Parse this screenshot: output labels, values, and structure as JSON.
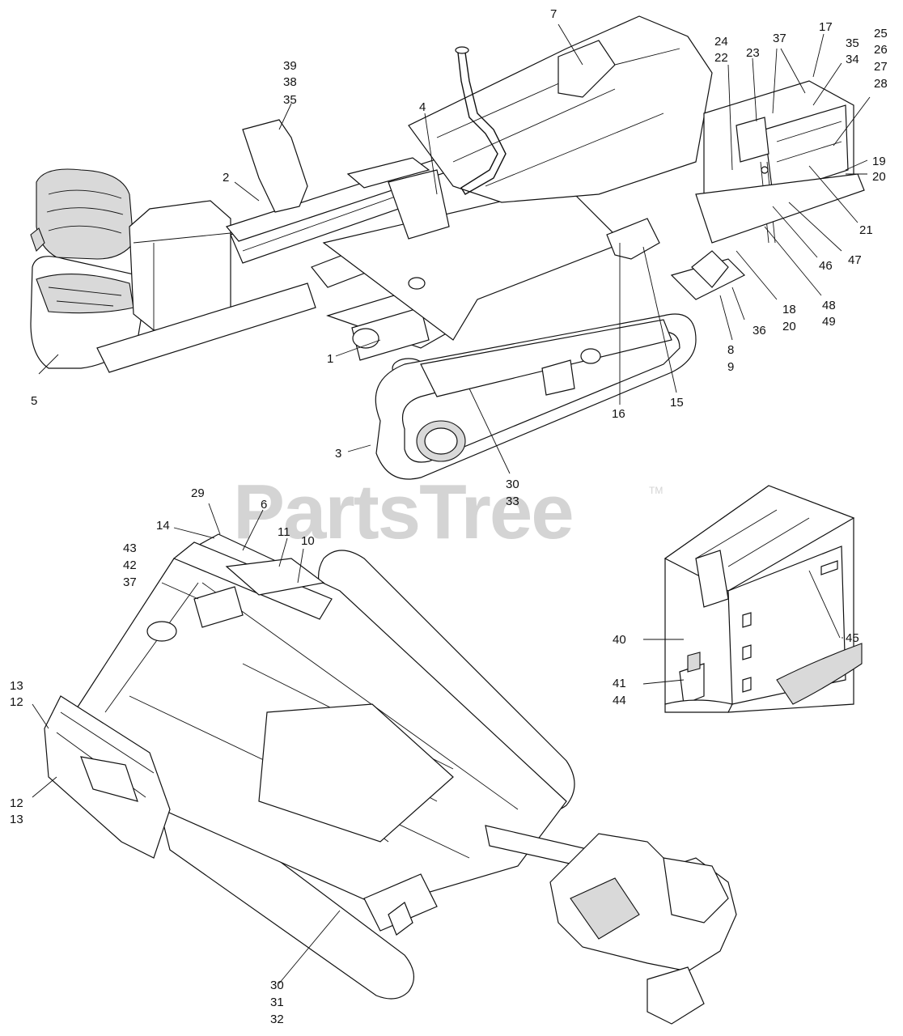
{
  "watermark": {
    "text": "PartsTree",
    "trademark": "TM"
  },
  "callouts_top": [
    "7",
    "39",
    "38",
    "35",
    "4",
    "2",
    "5",
    "1",
    "3",
    "30",
    "33",
    "16",
    "15",
    "24",
    "22",
    "23",
    "37",
    "17",
    "25",
    "26",
    "27",
    "28",
    "35",
    "34",
    "19",
    "20",
    "21",
    "47",
    "46",
    "18",
    "20",
    "48",
    "49",
    "36",
    "8",
    "9"
  ],
  "callouts_bottom": [
    "29",
    "6",
    "14",
    "43",
    "42",
    "37",
    "11",
    "10",
    "13",
    "12",
    "12",
    "13",
    "30",
    "31",
    "32"
  ],
  "callouts_inset": [
    "45",
    "40",
    "41",
    "44"
  ],
  "labels": {
    "c7": "7",
    "c39": "39",
    "c38": "38",
    "c35a": "35",
    "c4": "4",
    "c2": "2",
    "c5": "5",
    "c1": "1",
    "c3": "3",
    "c30a": "30",
    "c33": "33",
    "c16": "16",
    "c15": "15",
    "c24": "24",
    "c22": "22",
    "c23": "23",
    "c37a": "37",
    "c17": "17",
    "c25": "25",
    "c26": "26",
    "c27": "27",
    "c28": "28",
    "c35b": "35",
    "c34": "34",
    "c19": "19",
    "c20a": "20",
    "c21": "21",
    "c47": "47",
    "c46": "46",
    "c18": "18",
    "c20b": "20",
    "c48": "48",
    "c49": "49",
    "c36": "36",
    "c8": "8",
    "c9": "9",
    "c29": "29",
    "c6": "6",
    "c14": "14",
    "c43": "43",
    "c42": "42",
    "c37b": "37",
    "c11": "11",
    "c10": "10",
    "c13a": "13",
    "c12a": "12",
    "c12b": "12",
    "c13b": "13",
    "c30b": "30",
    "c31": "31",
    "c32": "32",
    "c45": "45",
    "c40": "40",
    "c41": "41",
    "c44": "44"
  }
}
